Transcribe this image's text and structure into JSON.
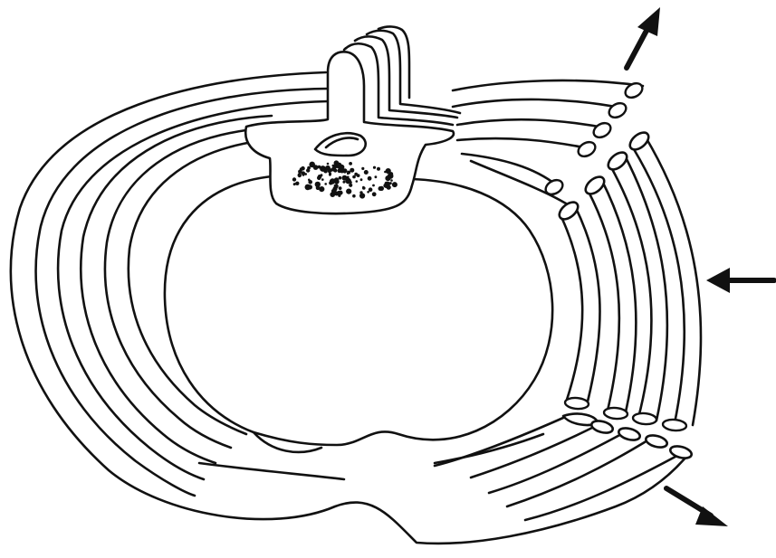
{
  "figure": {
    "subject": "thorax-cross-section",
    "style": "black line drawing on white",
    "colors": {
      "background": "#ffffff",
      "line": "#111111"
    },
    "arrows": [
      {
        "name": "arrow-up-right",
        "direction": "outward-up"
      },
      {
        "name": "arrow-left",
        "direction": "inward"
      },
      {
        "name": "arrow-down-right",
        "direction": "outward-down"
      }
    ]
  }
}
